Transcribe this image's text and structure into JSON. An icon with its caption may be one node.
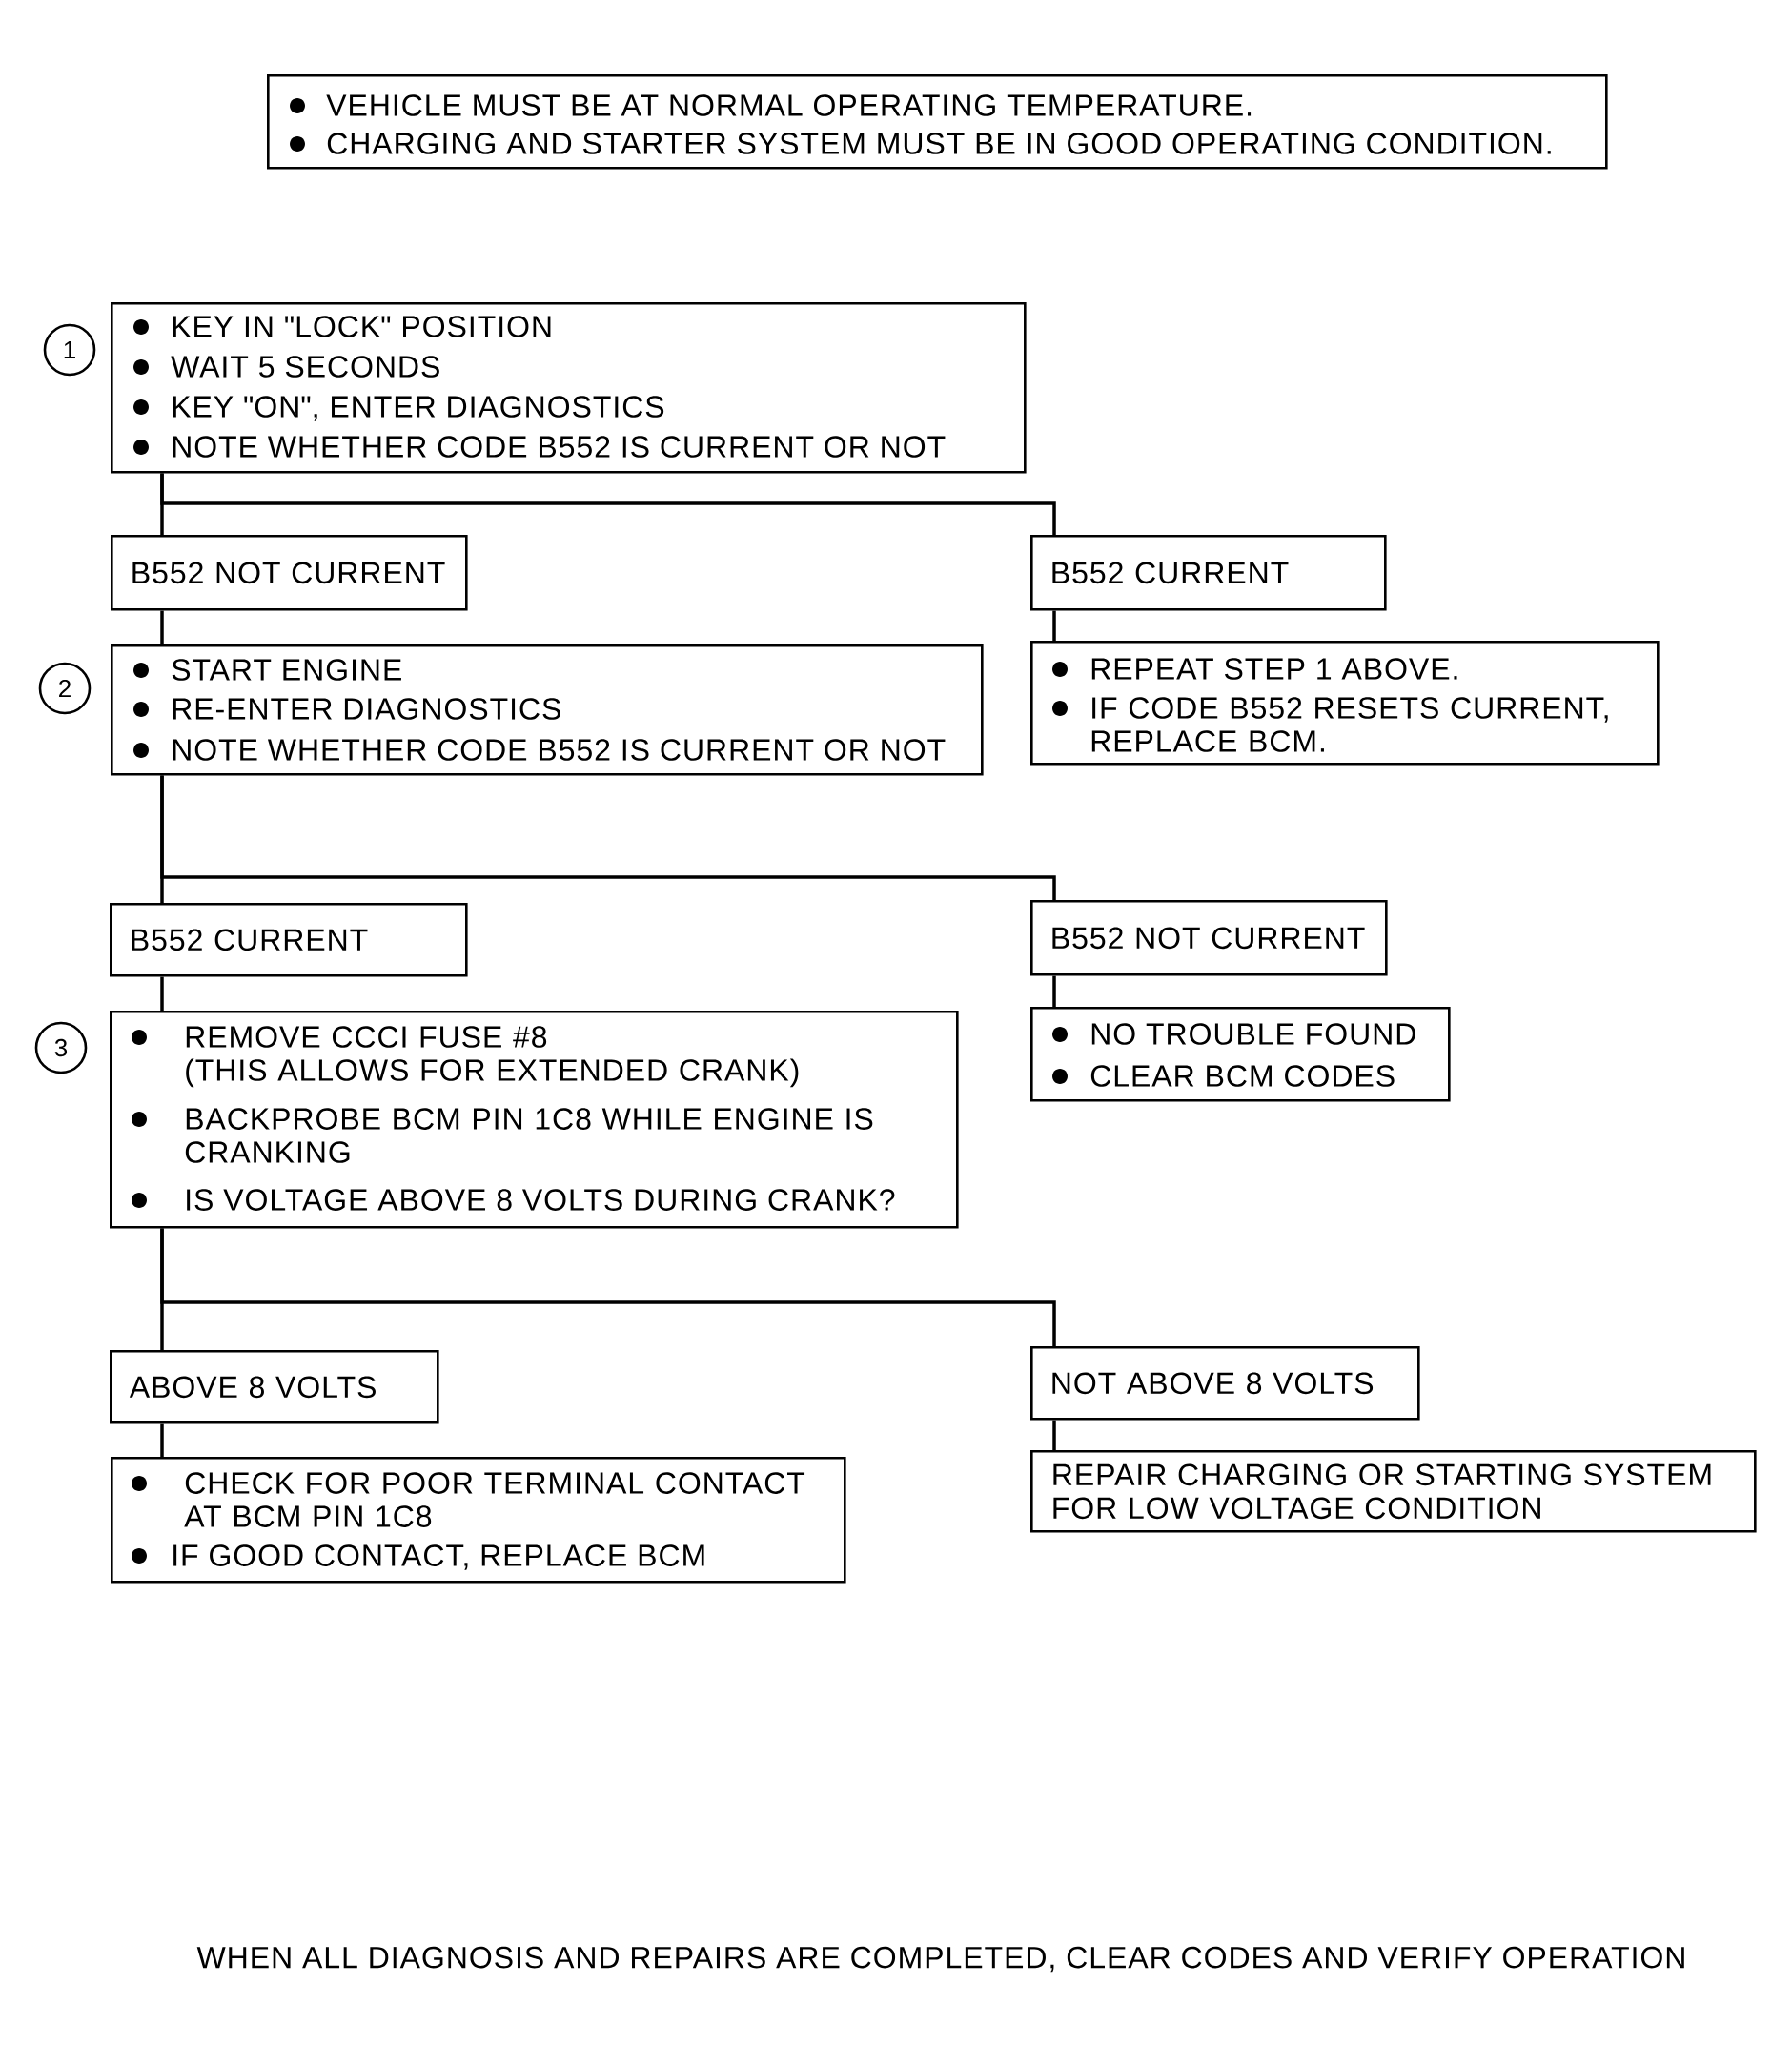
{
  "diagram": {
    "nodes": [
      {
        "text": [
          "VEHICLE MUST BE AT NORMAL OPERATING TEMPERATURE.",
          "CHARGING AND STARTER SYSTEM MUST BE IN GOOD OPERATING CONDITION."
        ]
      },
      {
        "text": [
          "KEY IN \"LOCK\" POSITION",
          "WAIT 5 SECONDS",
          "KEY \"ON\", ENTER DIAGNOSTICS",
          "NOTE WHETHER CODE B552 IS CURRENT OR NOT"
        ],
        "beside": [
          "1"
        ]
      },
      {
        "text": [
          "B552 NOT CURRENT"
        ]
      },
      {
        "text": [
          "B552 CURRENT"
        ]
      },
      {
        "text": [
          "START ENGINE",
          "RE-ENTER DIAGNOSTICS",
          "NOTE WHETHER CODE B552 IS CURRENT OR NOT"
        ],
        "beside": [
          "2"
        ]
      },
      {
        "text": [
          "REPEAT STEP 1 ABOVE.",
          "IF CODE B552 RESETS CURRENT, REPLACE BCM."
        ]
      },
      {
        "text": [
          "B552 CURRENT"
        ]
      },
      {
        "text": [
          "B552 NOT CURRENT"
        ]
      },
      {
        "text": [
          "REMOVE CCCI FUSE #8 (THIS ALLOWS FOR EXTENDED CRANK)",
          "BACKPROBE BCM PIN 1C8 WHILE ENGINE IS CRANKING",
          "IS VOLTAGE ABOVE 8 VOLTS DURING CRANK?"
        ],
        "beside": [
          "3"
        ]
      },
      {
        "text": [
          "NO TROUBLE FOUND",
          "CLEAR BCM CODES"
        ]
      },
      {
        "text": [
          "ABOVE 8 VOLTS"
        ]
      },
      {
        "text": [
          "NOT ABOVE 8 VOLTS"
        ]
      },
      {
        "text": [
          "CHECK FOR POOR TERMINAL CONTACT AT BCM PIN 1C8",
          "IF GOOD CONTACT, REPLACE BCM"
        ]
      },
      {
        "text": [
          "REPAIR CHARGING OR STARTING SYSTEM FOR LOW VOLTAGE CONDITION"
        ]
      }
    ],
    "edges": [
      {
        "from": 1,
        "to": 2,
        "arrow": "none"
      },
      {
        "from": 1,
        "to": 3,
        "arrow": "none"
      },
      {
        "from": 2,
        "to": 4,
        "arrow": "none"
      },
      {
        "from": 3,
        "to": 5,
        "arrow": "none"
      },
      {
        "from": 4,
        "to": 6,
        "arrow": "none"
      },
      {
        "from": 4,
        "to": 7,
        "arrow": "none"
      },
      {
        "from": 6,
        "to": 8,
        "arrow": "none"
      },
      {
        "from": 7,
        "to": 9,
        "arrow": "none"
      },
      {
        "from": 8,
        "to": 10,
        "arrow": "none"
      },
      {
        "from": 8,
        "to": 11,
        "arrow": "none"
      },
      {
        "from": 10,
        "to": 12,
        "arrow": "none"
      },
      {
        "from": 11,
        "to": 13,
        "arrow": "none"
      }
    ],
    "labels": [
      "WHEN ALL DIAGNOSIS AND REPAIRS ARE COMPLETED, CLEAR CODES AND VERIFY OPERATION"
    ]
  }
}
